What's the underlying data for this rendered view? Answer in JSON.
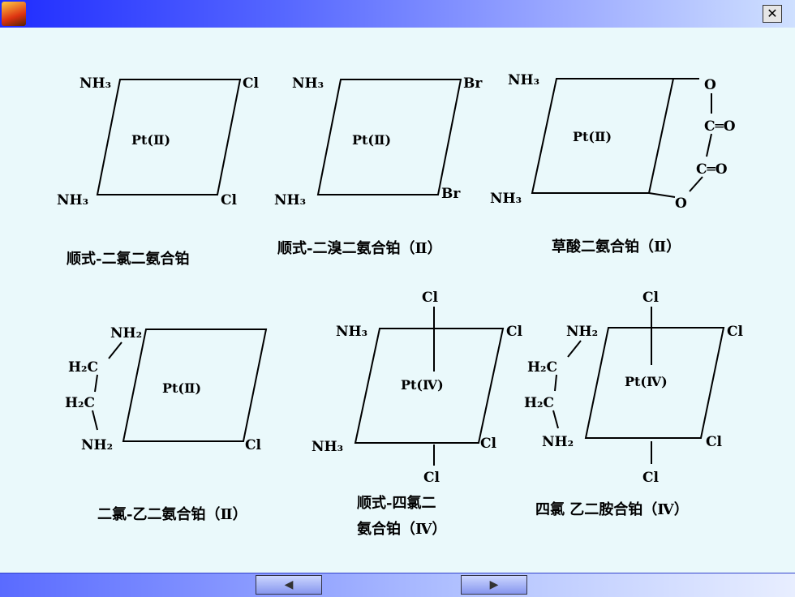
{
  "window": {
    "close_label": "✕",
    "app_icon": "app-icon"
  },
  "nav": {
    "prev_label": "◀",
    "next_label": "▶"
  },
  "colors": {
    "background": "#eaf9fb",
    "titlebar": "#1f2cff",
    "bottombar": "#5a6bff"
  },
  "molecules": [
    {
      "pt": "Pt(Ⅱ)",
      "l_top": "NH₃",
      "r_top": "Cl",
      "l_bot": "NH₃",
      "r_bot": "Cl",
      "caption": "顺式-二氯二氨合铂"
    },
    {
      "pt": "Pt(Ⅱ)",
      "l_top": "NH₃",
      "r_top": "Br",
      "l_bot": "NH₃",
      "r_bot": "Br",
      "caption": "顺式-二溴二氨合铂（Ⅱ）"
    },
    {
      "pt": "Pt(Ⅱ)",
      "l_top": "NH₃",
      "l_bot": "NH₃",
      "o_top": "O",
      "co1": "C═O",
      "co2": "C═O",
      "o_bot": "O",
      "caption": "草酸二氨合铂（Ⅱ）"
    },
    {
      "pt": "Pt(Ⅱ)",
      "nh2_top": "NH₂",
      "h2c_1": "H₂C",
      "h2c_2": "H₂C",
      "nh2_bot": "NH₂",
      "r_bot": "Cl",
      "caption": "二氯-乙二氨合铂（Ⅱ）"
    },
    {
      "pt": "Pt(Ⅳ)",
      "ax_top": "Cl",
      "l_top": "NH₃",
      "r_top": "Cl",
      "l_bot": "NH₃",
      "r_bot": "Cl",
      "ax_bot": "Cl",
      "caption_1": "顺式-四氯二",
      "caption_2": "氨合铂（Ⅳ）"
    },
    {
      "pt": "Pt(Ⅳ)",
      "ax_top": "Cl",
      "nh2_top": "NH₂",
      "r_top": "Cl",
      "h2c_1": "H₂C",
      "h2c_2": "H₂C",
      "nh2_bot": "NH₂",
      "r_bot": "Cl",
      "ax_bot": "Cl",
      "caption": "四氯 乙二胺合铂（Ⅳ）"
    }
  ]
}
